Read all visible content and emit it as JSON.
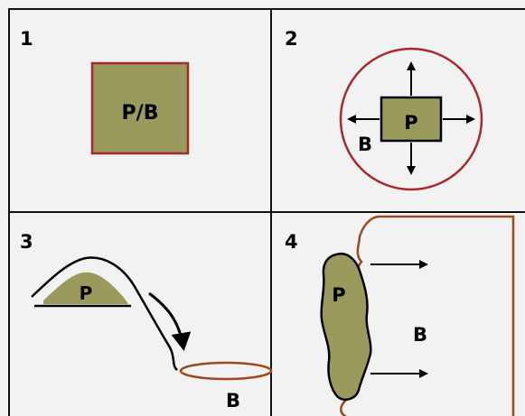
{
  "panels": [
    {
      "number": "1",
      "labels": [
        "P/B"
      ]
    },
    {
      "number": "2",
      "labels": [
        "P",
        "B"
      ]
    },
    {
      "number": "3",
      "labels": [
        "P",
        "B"
      ]
    },
    {
      "number": "4",
      "labels": [
        "P",
        "B"
      ]
    }
  ],
  "colors": {
    "background": "#f2f2f2",
    "grid_line": "#111111",
    "fill_green": "#9a9a5c",
    "red_outline": "#a8282c",
    "brown_outline": "#9a4a1e",
    "ink": "#000000"
  }
}
